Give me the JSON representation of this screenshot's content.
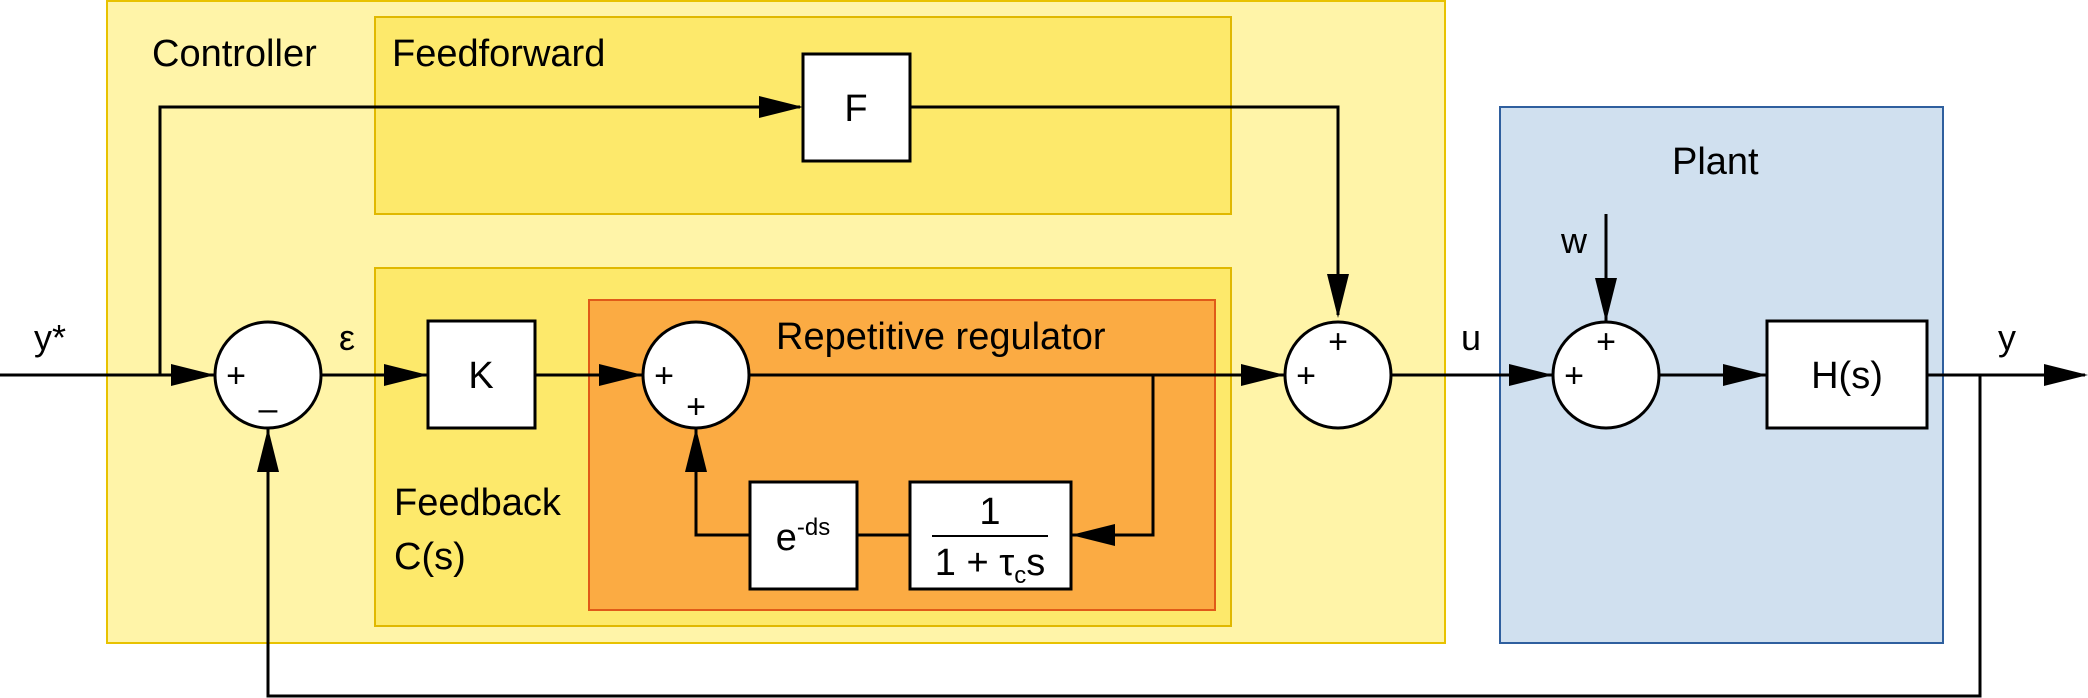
{
  "colors": {
    "controller_fill": "#fff4a8",
    "controller_stroke": "#e8c200",
    "inner_fill": "#fde96b",
    "inner_stroke": "#e0b800",
    "repetitive_fill": "#fbab43",
    "repetitive_stroke": "#e05a18",
    "plant_fill": "#d0e0ef",
    "plant_stroke": "#2f5f9e",
    "line": "#000000"
  },
  "regions": {
    "controller": "Controller",
    "feedforward": "Feedforward",
    "feedback_line1": "Feedback",
    "feedback_line2": "C(s)",
    "repetitive": "Repetitive regulator",
    "plant": "Plant"
  },
  "blocks": {
    "F": "F",
    "K": "K",
    "H": "H(s)",
    "delay_base": "e",
    "delay_exp": "-ds",
    "filter_num": "1",
    "filter_den_a": "1 + τ",
    "filter_den_sub": "c",
    "filter_den_b": "s"
  },
  "signals": {
    "reference": "y*",
    "error": "ε",
    "control": "u",
    "disturbance": "w",
    "output": "y"
  },
  "signs": {
    "sum1_in": "+",
    "sum1_feedback": "–",
    "sum2_in": "+",
    "sum2_loop": "+",
    "sum3_in": "+",
    "sum3_ff": "+",
    "sum4_in": "+",
    "sum4_w": "+"
  }
}
